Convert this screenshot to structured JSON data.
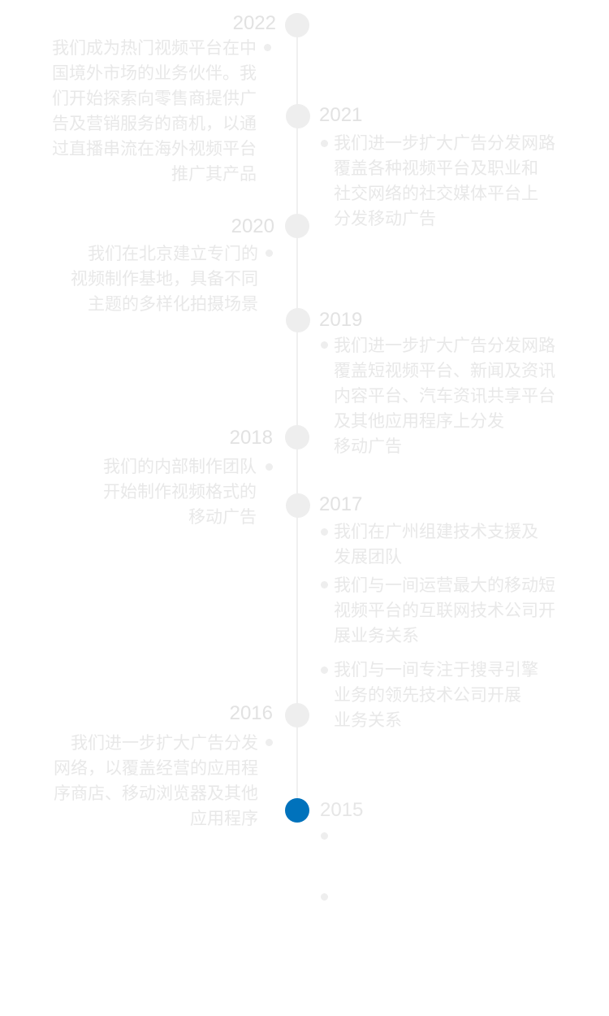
{
  "colors": {
    "line": "#f0f0f0",
    "node_inactive": "#eeeeee",
    "node_active": "#0072bc",
    "text_faded": "#e6e6e6"
  },
  "timeline": {
    "active_year": "2015",
    "entries": [
      {
        "year": "2022",
        "items": [
          "我们成为热门视频平台在中\n国境外市场的业务伙伴。我\n们开始探索向零售商提供广\n告及营销服务的商机，以通\n过直播串流在海外视频平台\n推广其产品"
        ]
      },
      {
        "year": "2021",
        "items": [
          "我们进一步扩大广告分发网路\n覆盖各种视频平台及职业和\n社交网络的社交媒体平台上\n分发移动广告"
        ]
      },
      {
        "year": "2020",
        "items": [
          "我们在北京建立专门的\n视频制作基地，具备不同\n主题的多样化拍摄场景"
        ]
      },
      {
        "year": "2019",
        "items": [
          "我们进一步扩大广告分发网路\n覆盖短视频平台、新闻及资讯\n内容平台、汽车资讯共享平台\n及其他应用程序上分发\n移动广告"
        ]
      },
      {
        "year": "2018",
        "items": [
          "我们的内部制作团队\n开始制作视频格式的\n移动广告"
        ]
      },
      {
        "year": "2017",
        "items": [
          "我们在广州组建技术支援及\n发展团队",
          "我们与一间运营最大的移动短\n视频平台的互联网技术公司开\n展业务关系",
          "我们与一间专注于搜寻引擎\n业务的领先技术公司开展\n业务关系"
        ]
      },
      {
        "year": "2016",
        "items": [
          "我们进一步扩大广告分发\n网络，以覆盖经营的应用程\n序商店、移动浏览器及其他\n应用程序"
        ]
      },
      {
        "year": "2015",
        "items": [
          "",
          ""
        ]
      }
    ]
  }
}
